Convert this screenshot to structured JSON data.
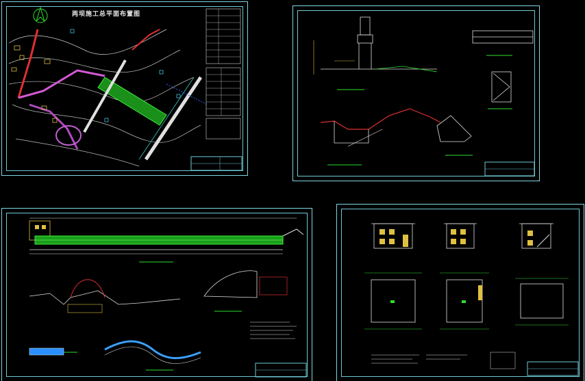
{
  "sheets": [
    {
      "id": "site-plan",
      "title": "两坝施工总平面布置图"
    },
    {
      "id": "sections"
    },
    {
      "id": "long-profile"
    },
    {
      "id": "house"
    }
  ]
}
